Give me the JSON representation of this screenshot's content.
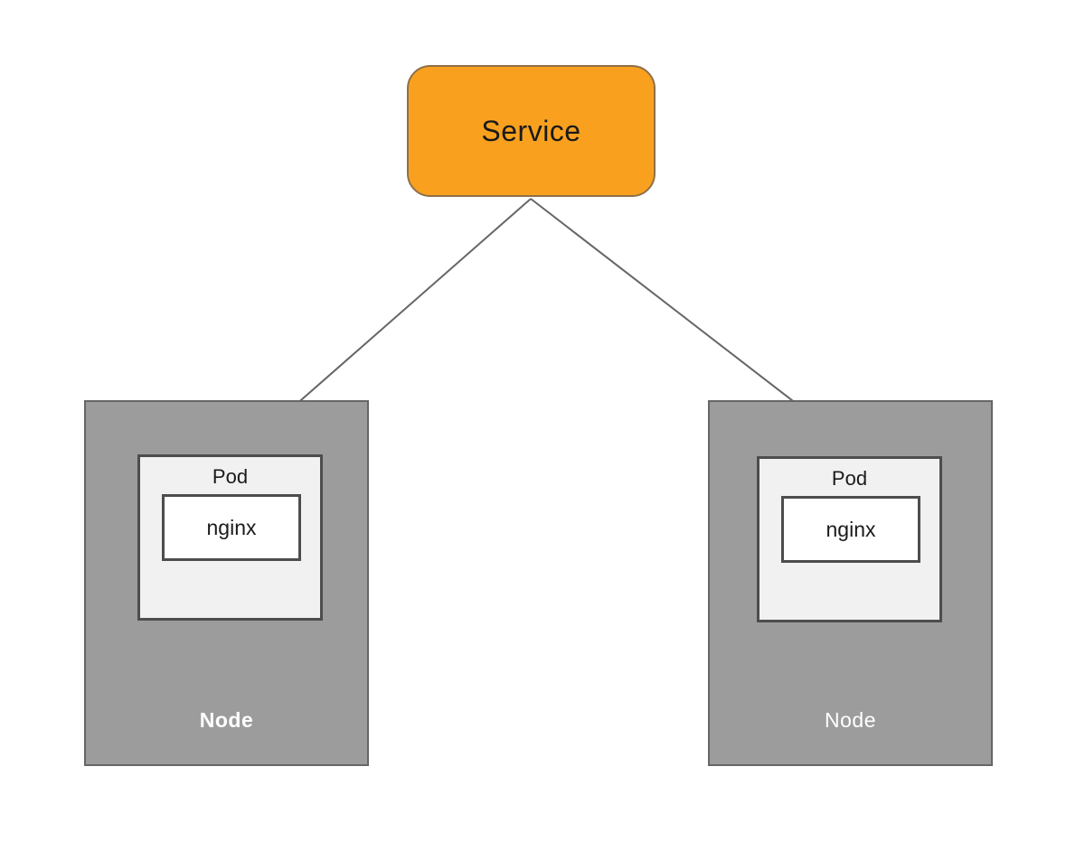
{
  "colors": {
    "service_fill": "#F9A11E",
    "service_border": "#8E7049",
    "service_text": "#1A1A1A",
    "node_fill": "#9C9C9C",
    "node_border": "#666666",
    "node_label": "#FFFFFF",
    "pod_fill": "#F1F1F1",
    "pod_border": "#4D4D4D",
    "pod_text": "#1A1A1A",
    "container_fill": "#FFFFFF",
    "container_border": "#4D4D4D",
    "container_text": "#1A1A1A",
    "arrow": "#666666"
  },
  "service": {
    "label": "Service"
  },
  "nodes": [
    {
      "label": "Node",
      "label_style": "font-weight:bold",
      "pod": {
        "label": "Pod",
        "container": {
          "label": "nginx"
        }
      }
    },
    {
      "label": "Node",
      "label_style": "font-weight:normal",
      "pod": {
        "label": "Pod",
        "container": {
          "label": "nginx"
        }
      }
    }
  ]
}
